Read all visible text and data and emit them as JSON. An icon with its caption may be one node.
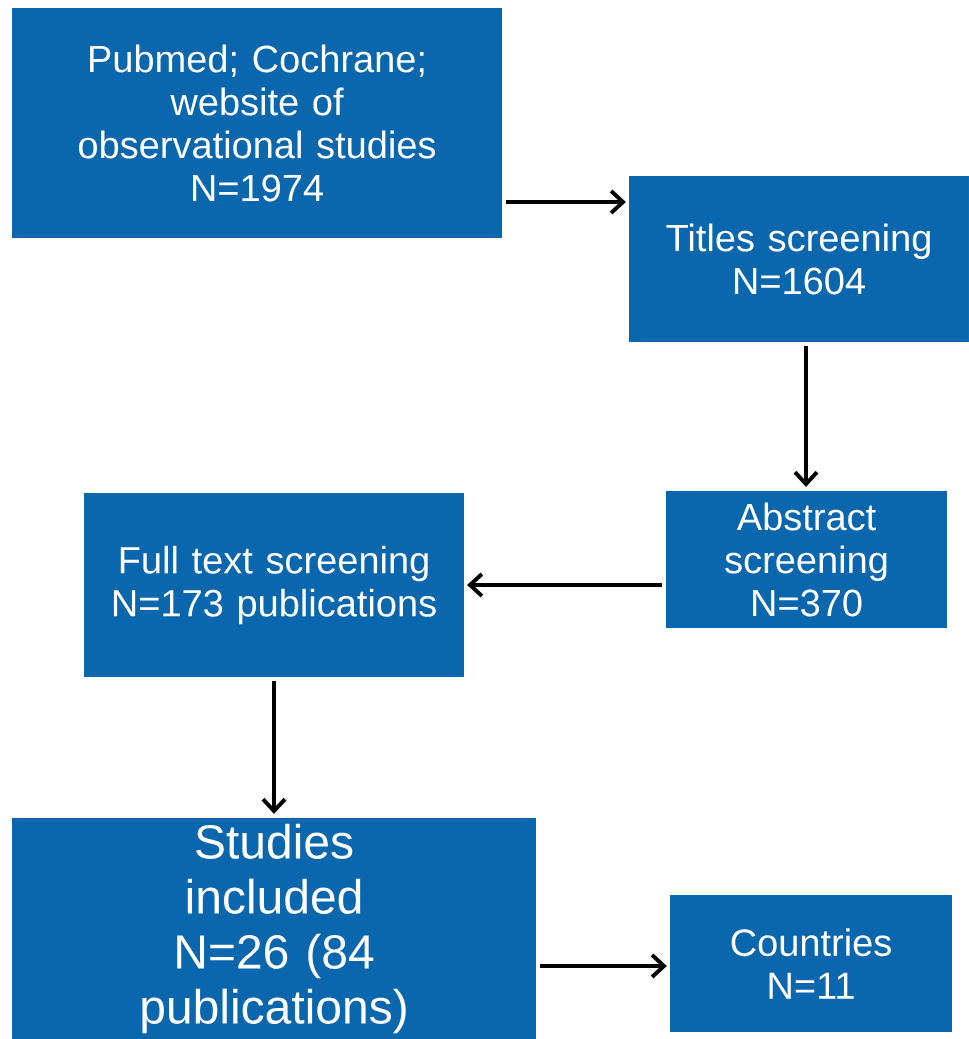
{
  "diagram": {
    "nodes": [
      {
        "text": [
          "Pubmed; Cochrane; website of observational studies",
          "N=1974"
        ]
      },
      {
        "text": [
          "Titles screening",
          "N=1604"
        ]
      },
      {
        "text": [
          "Abstract screening",
          "N=370"
        ]
      },
      {
        "text": [
          "Full text screening",
          "N=173 publications"
        ]
      },
      {
        "text": [
          "Studies included",
          "N=26 (84 publications)"
        ]
      },
      {
        "text": [
          "Countries",
          "N=11"
        ]
      }
    ],
    "edges": [
      {
        "from": 0,
        "to": 1,
        "arrow": "to"
      },
      {
        "from": 1,
        "to": 2,
        "arrow": "to"
      },
      {
        "from": 2,
        "to": 3,
        "arrow": "to"
      },
      {
        "from": 3,
        "to": 4,
        "arrow": "to"
      },
      {
        "from": 4,
        "to": 5,
        "arrow": "to"
      }
    ]
  }
}
